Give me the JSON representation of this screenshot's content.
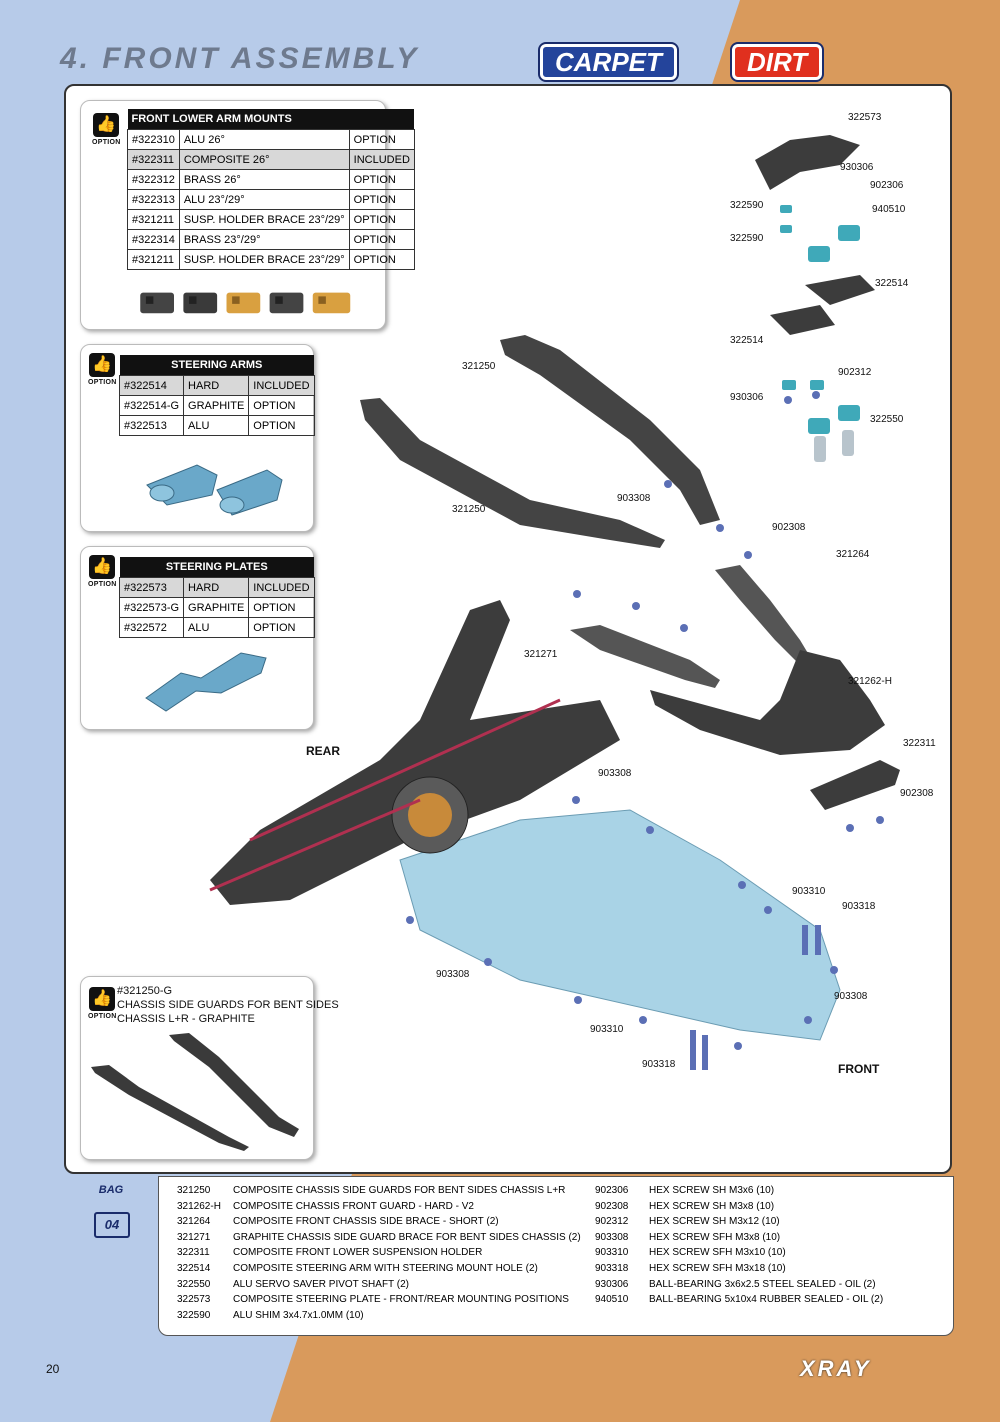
{
  "header": {
    "title": "4. FRONT ASSEMBLY",
    "tag_carpet": "CARPET",
    "tag_dirt": "DIRT"
  },
  "option_label": "OPTION",
  "lower_arm_mounts": {
    "title": "FRONT LOWER ARM MOUNTS",
    "rows": [
      [
        "#322310",
        "ALU 26°",
        "OPTION"
      ],
      [
        "#322311",
        "COMPOSITE 26°",
        "INCLUDED"
      ],
      [
        "#322312",
        "BRASS 26°",
        "OPTION"
      ],
      [
        "#322313",
        "ALU 23°/29°",
        "OPTION"
      ],
      [
        "#321211",
        "SUSP. HOLDER BRACE 23°/29°",
        "OPTION"
      ],
      [
        "#322314",
        "BRASS 23°/29°",
        "OPTION"
      ],
      [
        "#321211",
        "SUSP. HOLDER BRACE 23°/29°",
        "OPTION"
      ]
    ]
  },
  "steering_arms": {
    "title": "STEERING ARMS",
    "rows": [
      [
        "#322514",
        "HARD",
        "INCLUDED"
      ],
      [
        "#322514-G",
        "GRAPHITE",
        "OPTION"
      ],
      [
        "#322513",
        "ALU",
        "OPTION"
      ]
    ]
  },
  "steering_plates": {
    "title": "STEERING PLATES",
    "rows": [
      [
        "#322573",
        "HARD",
        "INCLUDED"
      ],
      [
        "#322573-G",
        "GRAPHITE",
        "OPTION"
      ],
      [
        "#322572",
        "ALU",
        "OPTION"
      ]
    ]
  },
  "side_guards_option": {
    "code": "#321250-G",
    "line1": "CHASSIS SIDE GUARDS FOR BENT SIDES",
    "line2": "CHASSIS L+R - GRAPHITE"
  },
  "callouts": [
    "322573",
    "930306",
    "902306",
    "322590",
    "940510",
    "322590",
    "322514",
    "322514",
    "902312",
    "930306",
    "322550",
    "321250",
    "321250",
    "903308",
    "902308",
    "321264",
    "321271",
    "321262-H",
    "322311",
    "903308",
    "902308",
    "903310",
    "903318",
    "903308",
    "903308",
    "903310",
    "903318"
  ],
  "direction": {
    "rear": "REAR",
    "front": "FRONT"
  },
  "bag": {
    "label": "BAG",
    "number": "04"
  },
  "parts_left": [
    [
      "321250",
      "COMPOSITE CHASSIS SIDE GUARDS FOR BENT SIDES CHASSIS L+R"
    ],
    [
      "321262-H",
      "COMPOSITE CHASSIS FRONT GUARD - HARD - V2"
    ],
    [
      "321264",
      "COMPOSITE FRONT CHASSIS SIDE BRACE - SHORT (2)"
    ],
    [
      "321271",
      "GRAPHITE CHASSIS SIDE GUARD BRACE FOR BENT SIDES CHASSIS (2)"
    ],
    [
      "322311",
      "COMPOSITE FRONT LOWER SUSPENSION HOLDER"
    ],
    [
      "322514",
      "COMPOSITE STEERING ARM WITH STEERING MOUNT HOLE (2)"
    ],
    [
      "322550",
      "ALU SERVO SAVER PIVOT SHAFT (2)"
    ],
    [
      "322573",
      "COMPOSITE STEERING PLATE - FRONT/REAR MOUNTING POSITIONS"
    ],
    [
      "322590",
      "ALU SHIM 3x4.7x1.0MM (10)"
    ]
  ],
  "parts_right": [
    [
      "902306",
      "HEX SCREW  SH M3x6  (10)"
    ],
    [
      "902308",
      "HEX SCREW  SH M3x8  (10)"
    ],
    [
      "902312",
      "HEX SCREW  SH M3x12  (10)"
    ],
    [
      "903308",
      "HEX SCREW  SFH M3x8  (10)"
    ],
    [
      "903310",
      "HEX SCREW  SFH M3x10  (10)"
    ],
    [
      "903318",
      "HEX SCREW  SFH M3x18  (10)"
    ],
    [
      "930306",
      "BALL-BEARING 3x6x2.5 STEEL SEALED - OIL (2)"
    ],
    [
      "940510",
      "BALL-BEARING 5x10x4 RUBBER SEALED - OIL (2)"
    ]
  ],
  "footer": {
    "page": "20",
    "brand": "XRAY"
  }
}
